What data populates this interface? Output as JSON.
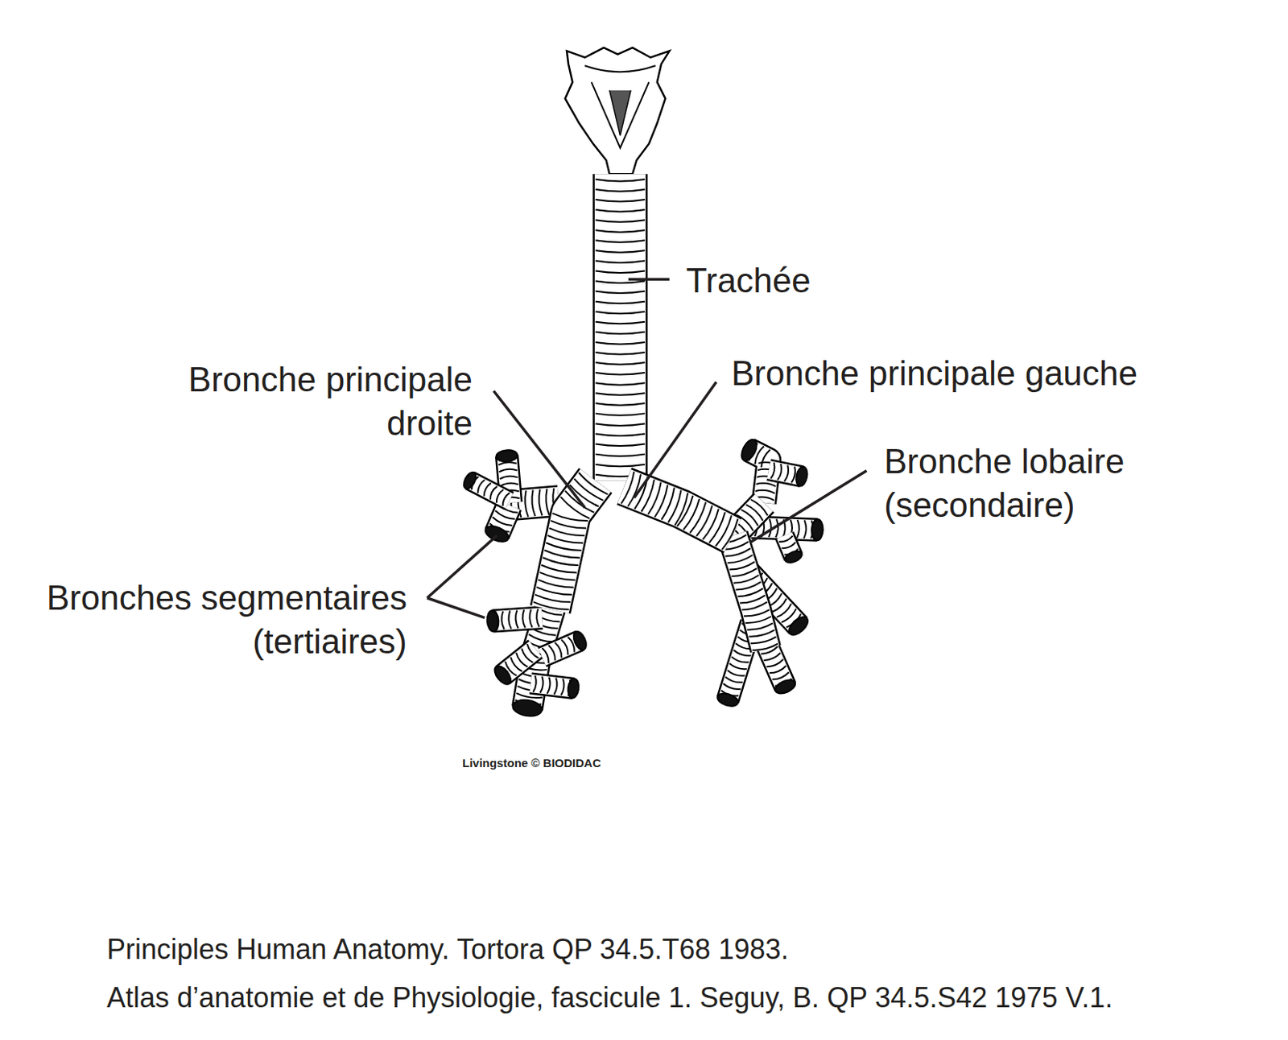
{
  "diagram": {
    "labels": [
      "Trachée",
      "Bronche principale droite",
      "Bronche principale gauche",
      "Bronche lobaire (secondaire)",
      "Bronches segmentaires (tertiaires)",
      "Livingstone © BIODIDAC",
      "Principles Human Anatomy. Tortora QP 34.5.T68 1983.",
      "Atlas d’anatomie et de Physiologie, fascicule 1.  Seguy, B.  QP 34.5.S42 1975 V.1."
    ]
  }
}
